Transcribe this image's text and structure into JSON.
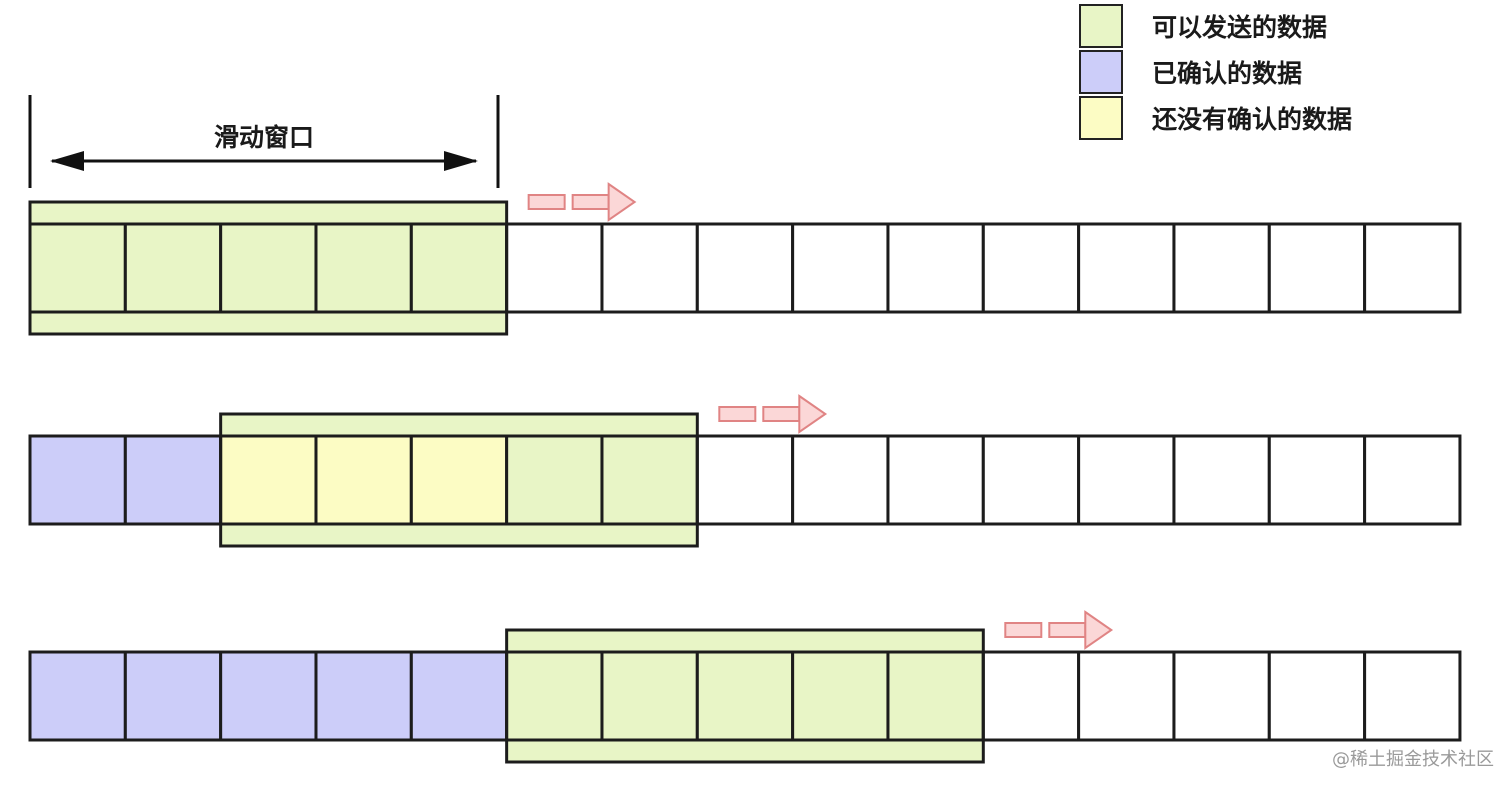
{
  "colors": {
    "sendable": "#e8f5c6",
    "acknowledged": "#cccdf9",
    "unacknowledged": "#fcfcc4",
    "empty": "#ffffff",
    "stroke": "#1c1c1c",
    "arrow_fill": "#fbd7d7",
    "arrow_stroke": "#e08484"
  },
  "legend": [
    {
      "key": "sendable",
      "label": "可以发送的数据"
    },
    {
      "key": "acknowledged",
      "label": "已确认的数据"
    },
    {
      "key": "unacknowledged",
      "label": "还没有确认的数据"
    }
  ],
  "window_label": "滑动窗口",
  "rows": [
    {
      "name": "row-1",
      "window_start": 0,
      "window_size": 5,
      "cells": [
        "sendable",
        "sendable",
        "sendable",
        "sendable",
        "sendable",
        "empty",
        "empty",
        "empty",
        "empty",
        "empty",
        "empty",
        "empty",
        "empty",
        "empty",
        "empty"
      ]
    },
    {
      "name": "row-2",
      "window_start": 2,
      "window_size": 5,
      "cells": [
        "acknowledged",
        "acknowledged",
        "unacknowledged",
        "unacknowledged",
        "unacknowledged",
        "sendable",
        "sendable",
        "empty",
        "empty",
        "empty",
        "empty",
        "empty",
        "empty",
        "empty",
        "empty"
      ]
    },
    {
      "name": "row-3",
      "window_start": 5,
      "window_size": 5,
      "cells": [
        "acknowledged",
        "acknowledged",
        "acknowledged",
        "acknowledged",
        "acknowledged",
        "sendable",
        "sendable",
        "sendable",
        "sendable",
        "sendable",
        "empty",
        "empty",
        "empty",
        "empty",
        "empty"
      ]
    }
  ],
  "watermark": "@稀土掘金技术社区"
}
